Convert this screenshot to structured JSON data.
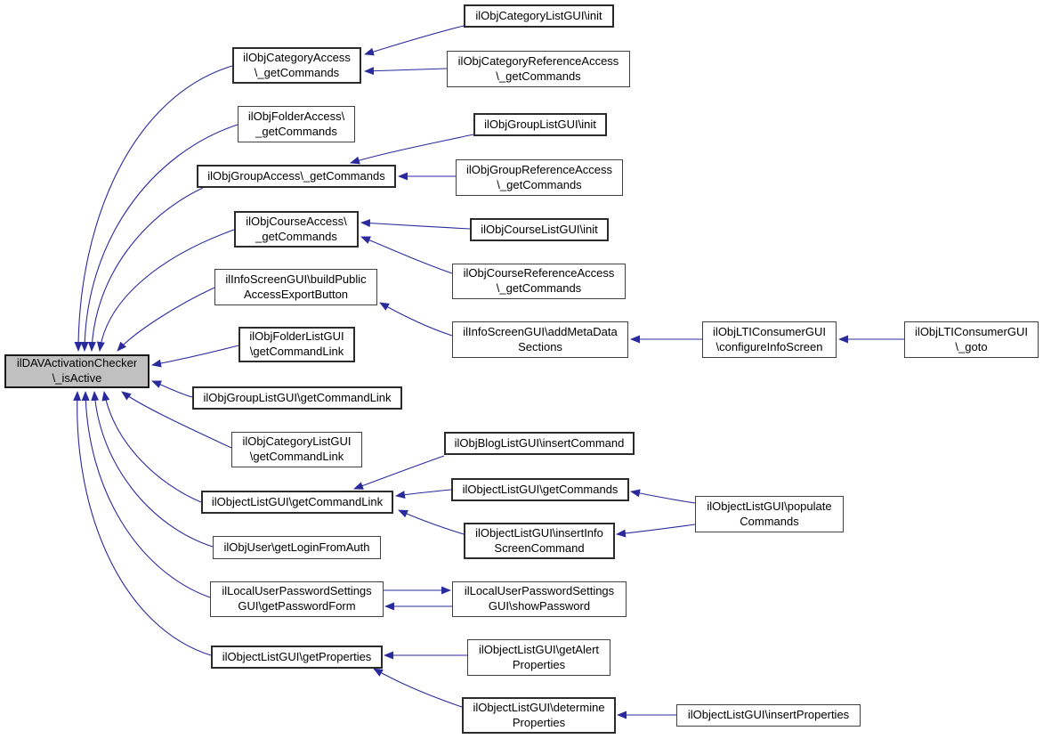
{
  "diagram": {
    "kind": "doxygen-caller-graph",
    "edge_color": "#2a2a9d",
    "node_fill": "#ffffff",
    "center_node_fill": "#c0c0c0",
    "nodes": [
      {
        "id": "dav-isactive",
        "label": "ilDAVActivationChecker\n\\_isActive"
      },
      {
        "id": "cat-access",
        "label": "ilObjCategoryAccess\n\\_getCommands"
      },
      {
        "id": "folder-access",
        "label": "ilObjFolderAccess\\\n_getCommands"
      },
      {
        "id": "group-access",
        "label": "ilObjGroupAccess\\_getCommands"
      },
      {
        "id": "course-access",
        "label": "ilObjCourseAccess\\\n_getCommands"
      },
      {
        "id": "infoscreen-build",
        "label": "ilInfoScreenGUI\\buildPublic\nAccessExportButton"
      },
      {
        "id": "folderlist-link",
        "label": "ilObjFolderListGUI\n\\getCommandLink"
      },
      {
        "id": "grouplist-link",
        "label": "ilObjGroupListGUI\\getCommandLink"
      },
      {
        "id": "catlist-link",
        "label": "ilObjCategoryListGUI\n\\getCommandLink"
      },
      {
        "id": "objlist-link",
        "label": "ilObjectListGUI\\getCommandLink"
      },
      {
        "id": "objuser-login",
        "label": "ilObjUser\\getLoginFromAuth"
      },
      {
        "id": "pwd-form",
        "label": "ilLocalUserPasswordSettings\nGUI\\getPasswordForm"
      },
      {
        "id": "get-props",
        "label": "ilObjectListGUI\\getProperties"
      },
      {
        "id": "catlist-init",
        "label": "ilObjCategoryListGUI\\init"
      },
      {
        "id": "cat-ref",
        "label": "ilObjCategoryReferenceAccess\n\\_getCommands"
      },
      {
        "id": "grouplist-init",
        "label": "ilObjGroupListGUI\\init"
      },
      {
        "id": "group-ref",
        "label": "ilObjGroupReferenceAccess\n\\_getCommands"
      },
      {
        "id": "courselist-init",
        "label": "ilObjCourseListGUI\\init"
      },
      {
        "id": "course-ref",
        "label": "ilObjCourseReferenceAccess\n\\_getCommands"
      },
      {
        "id": "addmeta",
        "label": "ilInfoScreenGUI\\addMetaData\nSections"
      },
      {
        "id": "blog-insert",
        "label": "ilObjBlogListGUI\\insertCommand"
      },
      {
        "id": "get-commands",
        "label": "ilObjectListGUI\\getCommands"
      },
      {
        "id": "insert-info",
        "label": "ilObjectListGUI\\insertInfo\nScreenCommand"
      },
      {
        "id": "show-pwd",
        "label": "ilLocalUserPasswordSettings\nGUI\\showPassword"
      },
      {
        "id": "get-alert",
        "label": "ilObjectListGUI\\getAlert\nProperties"
      },
      {
        "id": "determine-props",
        "label": "ilObjectListGUI\\determine\nProperties"
      },
      {
        "id": "insert-props",
        "label": "ilObjectListGUI\\insertProperties"
      },
      {
        "id": "populate-cmds",
        "label": "ilObjectListGUI\\populate\nCommands"
      },
      {
        "id": "configure-info",
        "label": "ilObjLTIConsumerGUI\n\\configureInfoScreen"
      },
      {
        "id": "lti-goto",
        "label": "ilObjLTIConsumerGUI\n\\_goto"
      }
    ],
    "edges": [
      {
        "from": "catlist-init",
        "to": "cat-access"
      },
      {
        "from": "cat-ref",
        "to": "cat-access"
      },
      {
        "from": "cat-access",
        "to": "dav-isactive"
      },
      {
        "from": "folder-access",
        "to": "dav-isactive"
      },
      {
        "from": "grouplist-init",
        "to": "group-access"
      },
      {
        "from": "group-ref",
        "to": "group-access"
      },
      {
        "from": "group-access",
        "to": "dav-isactive"
      },
      {
        "from": "courselist-init",
        "to": "course-access"
      },
      {
        "from": "course-ref",
        "to": "course-access"
      },
      {
        "from": "course-access",
        "to": "dav-isactive"
      },
      {
        "from": "lti-goto",
        "to": "configure-info"
      },
      {
        "from": "configure-info",
        "to": "addmeta"
      },
      {
        "from": "addmeta",
        "to": "infoscreen-build"
      },
      {
        "from": "infoscreen-build",
        "to": "dav-isactive"
      },
      {
        "from": "folderlist-link",
        "to": "dav-isactive"
      },
      {
        "from": "grouplist-link",
        "to": "dav-isactive"
      },
      {
        "from": "catlist-link",
        "to": "dav-isactive"
      },
      {
        "from": "blog-insert",
        "to": "objlist-link"
      },
      {
        "from": "populate-cmds",
        "to": "get-commands"
      },
      {
        "from": "get-commands",
        "to": "objlist-link"
      },
      {
        "from": "populate-cmds",
        "to": "insert-info"
      },
      {
        "from": "insert-info",
        "to": "objlist-link"
      },
      {
        "from": "objlist-link",
        "to": "dav-isactive"
      },
      {
        "from": "objuser-login",
        "to": "dav-isactive"
      },
      {
        "from": "pwd-form",
        "to": "show-pwd"
      },
      {
        "from": "show-pwd",
        "to": "pwd-form"
      },
      {
        "from": "pwd-form",
        "to": "dav-isactive"
      },
      {
        "from": "get-alert",
        "to": "get-props"
      },
      {
        "from": "insert-props",
        "to": "determine-props"
      },
      {
        "from": "determine-props",
        "to": "get-props"
      },
      {
        "from": "get-props",
        "to": "dav-isactive"
      }
    ]
  }
}
